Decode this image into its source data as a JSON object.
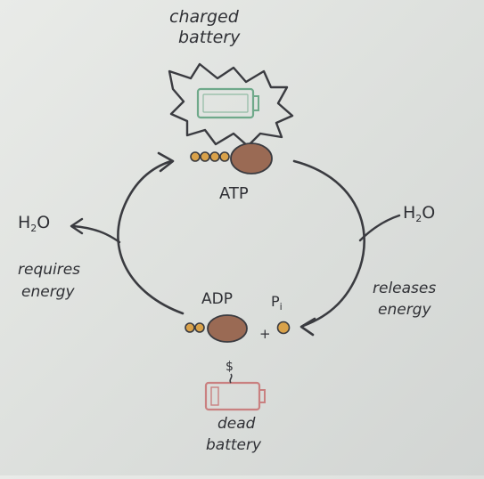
{
  "labels": {
    "charged_line1": "charged",
    "charged_line2": "battery",
    "atp": "ATP",
    "adp": "ADP",
    "pi_P": "P",
    "pi_sub": "i",
    "plus": "+",
    "h2o_left_H": "H",
    "h2o_left_sub": "2",
    "h2o_left_O": "O",
    "h2o_right_H": "H",
    "h2o_right_sub": "2",
    "h2o_right_O": "O",
    "requires_line1": "requires",
    "requires_line2": "energy",
    "releases_line1": "releases",
    "releases_line2": "energy",
    "dollar": "$",
    "dead_line1": "dead",
    "dead_line2": "battery"
  },
  "colors": {
    "molecule_body": "#9a6a54",
    "phosphate": "#d9a24a",
    "charged_battery": "#6fa98a",
    "dead_battery": "#c98080",
    "ink": "#34353b"
  },
  "icons": {
    "charged": "charged-battery-icon",
    "dead": "dead-battery-icon"
  }
}
